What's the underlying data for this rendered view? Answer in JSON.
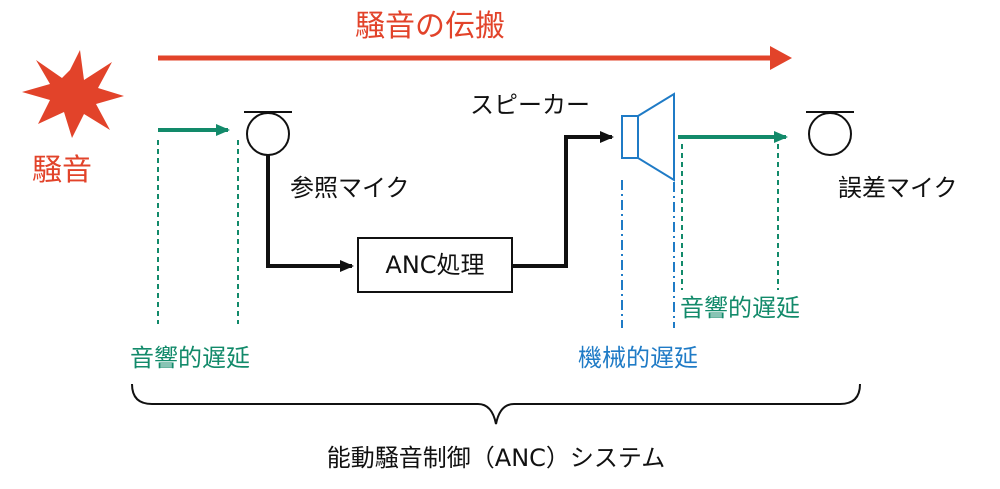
{
  "labels": {
    "propagation": "騒音の伝搬",
    "noise": "騒音",
    "reference_mic": "参照マイク",
    "speaker": "スピーカー",
    "error_mic": "誤差マイク",
    "anc_block": "ANC処理",
    "acoustic_delay": "音響的遅延",
    "mechanical_delay": "機械的遅延",
    "system": "能動騒音制御（ANC）システム"
  },
  "colors": {
    "red": "#e2432a",
    "green": "#128a6a",
    "blue": "#1f7bc6",
    "black": "#111111"
  },
  "icons": [
    "noise-burst-icon",
    "microphone-icon",
    "speaker-icon"
  ]
}
